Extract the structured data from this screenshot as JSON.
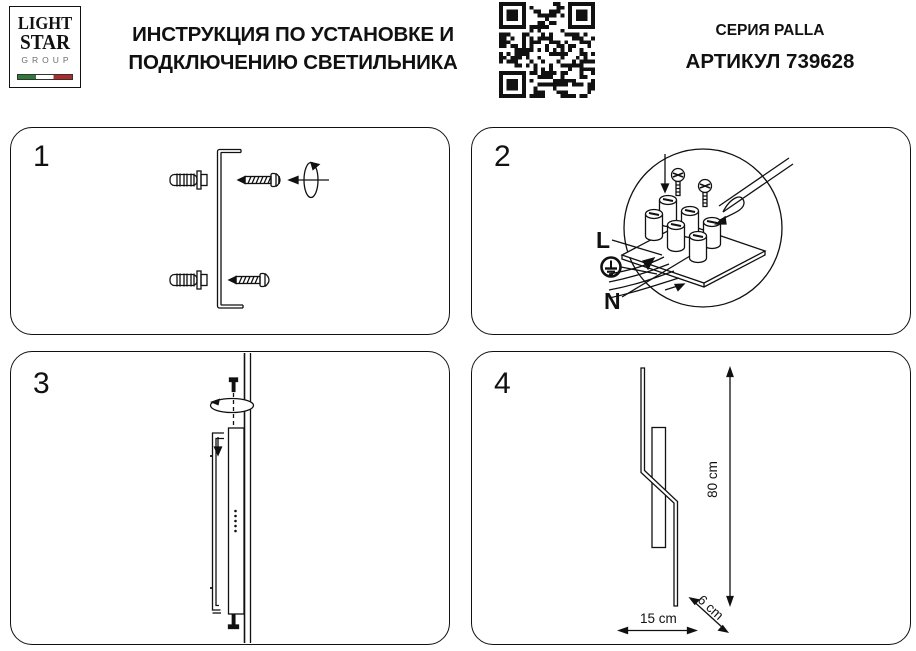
{
  "header": {
    "logo": {
      "word1": "LIGHT",
      "word2": "STAR",
      "word3": "GROUP"
    },
    "title": {
      "line1": "ИНСТРУКЦИЯ ПО УСТАНОВКЕ И",
      "line2": "ПОДКЛЮЧЕНИЮ СВЕТИЛЬНИКА"
    },
    "series": "СЕРИЯ PALLA",
    "article": "АРТИКУЛ 739628"
  },
  "icons": {
    "qr": "qr-code",
    "ground": "earth-ground-icon",
    "rotate": "rotation-arrow-icon"
  },
  "steps": [
    {
      "number": "1"
    },
    {
      "number": "2",
      "wiring_labels": {
        "live": "L",
        "neutral": "N"
      }
    },
    {
      "number": "3"
    },
    {
      "number": "4",
      "dimensions": {
        "height": "80 cm",
        "width": "15 cm",
        "depth": "6 cm"
      }
    }
  ],
  "colors": {
    "ink": "#111111",
    "flag_green": "#2f7a3a",
    "flag_red": "#b02a2a"
  }
}
